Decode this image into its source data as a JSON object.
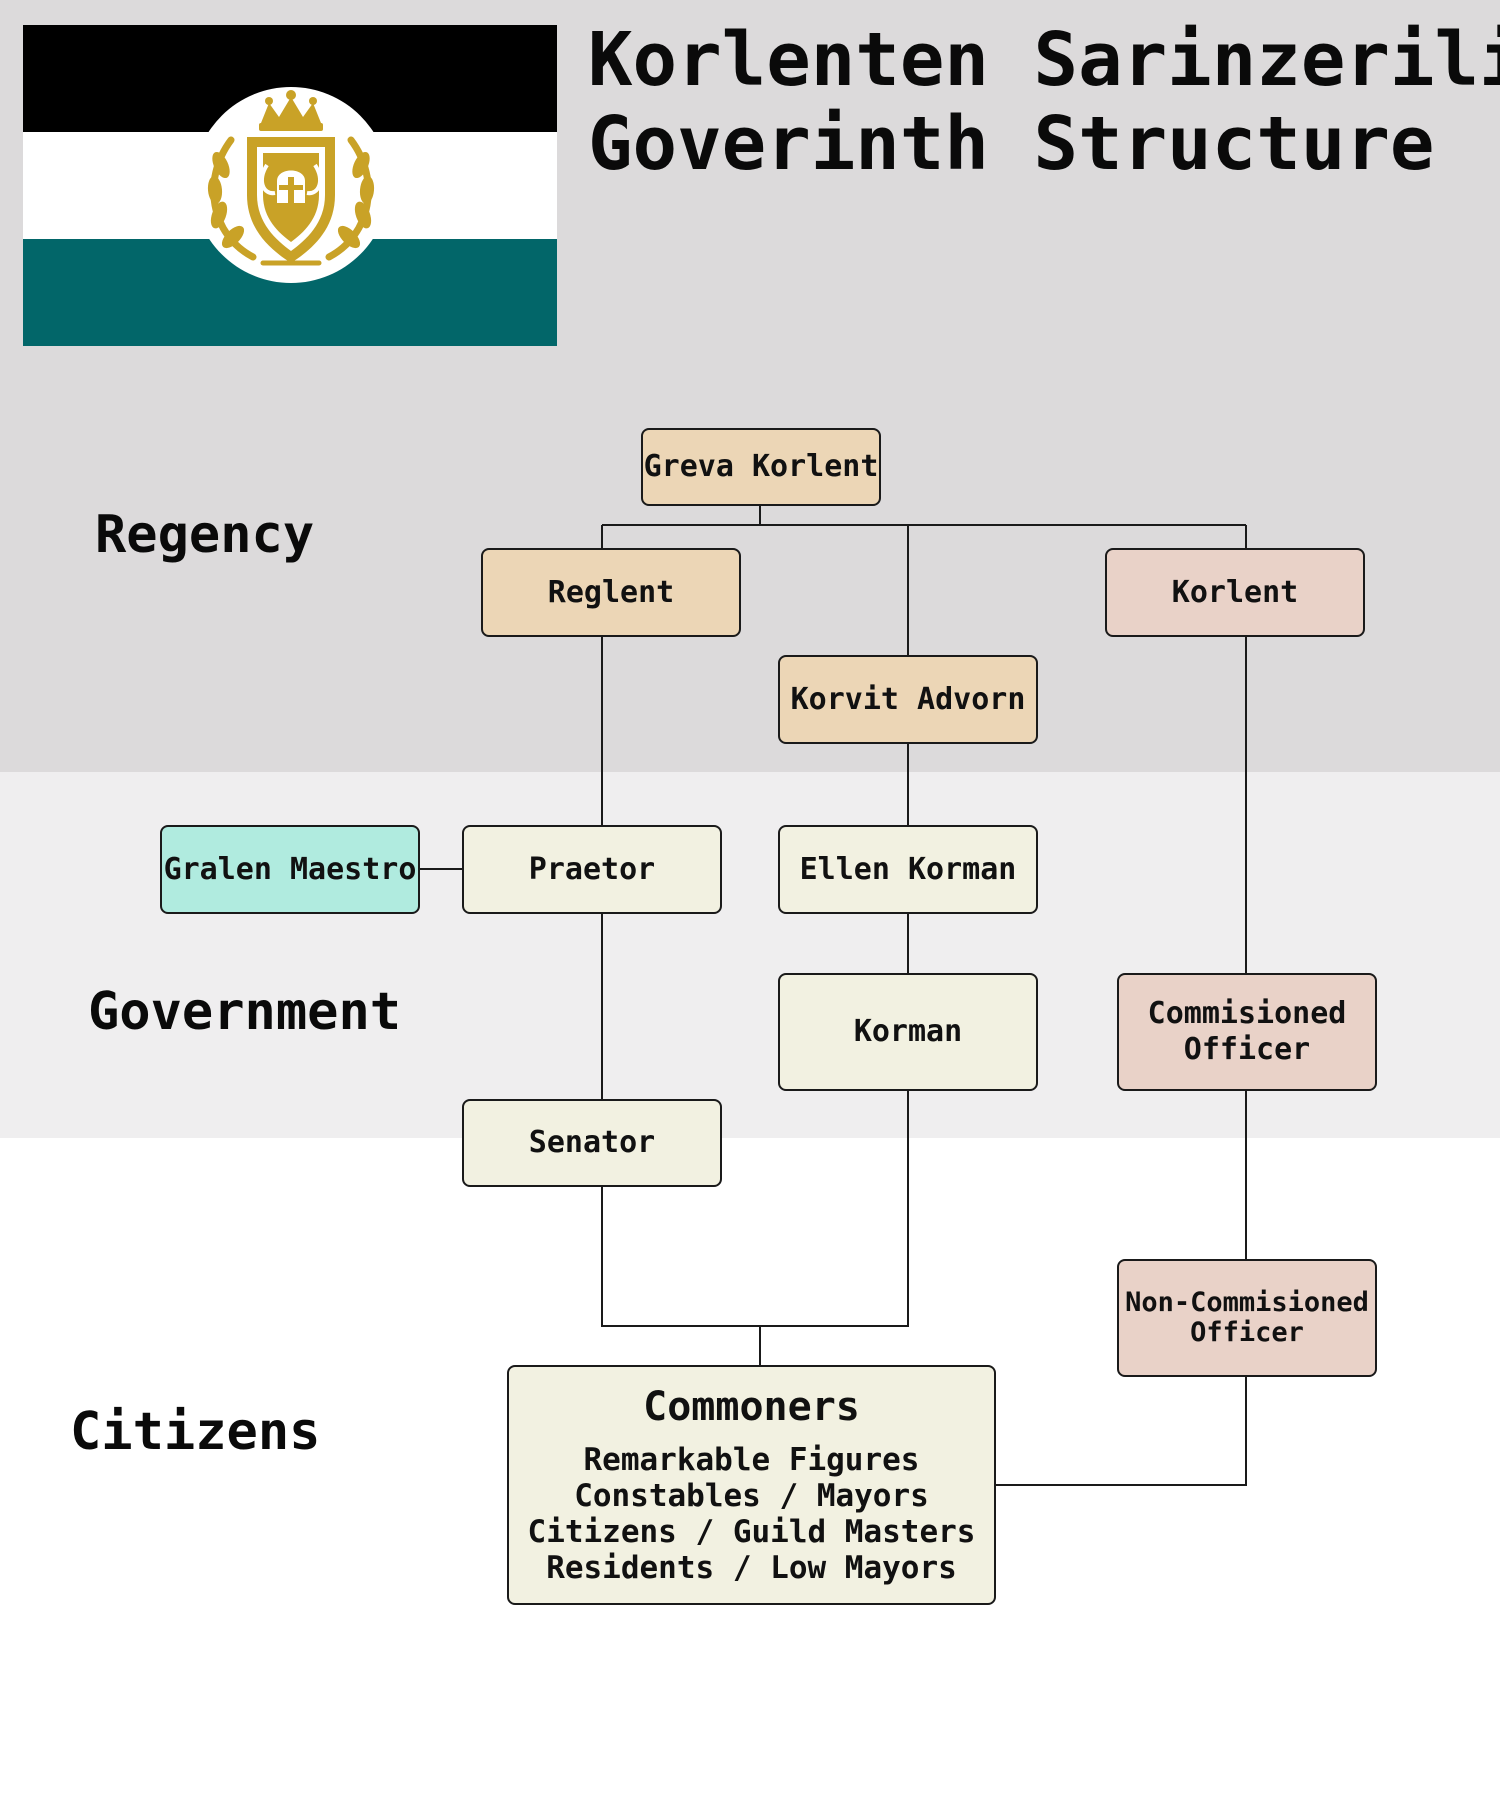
{
  "title": {
    "line1": "Korlenten Sarinzerilin",
    "line2": "Goverinth Structure"
  },
  "flag": {
    "stripe_colors": [
      "#000000",
      "#ffffff",
      "#026669"
    ],
    "emblem": "gold-crowned-shield-laurel-emblem",
    "emblem_color": "#c9a227"
  },
  "sections": {
    "regency": "Regency",
    "government": "Government",
    "citizens": "Citizens"
  },
  "nodes": {
    "greva_korlent": "Greva Korlent",
    "reglent": "Reglent",
    "korlent": "Korlent",
    "korvit_advorn": "Korvit Advorn",
    "gralen_maestro": "Gralen Maestro",
    "praetor": "Praetor",
    "ellen_korman": "Ellen Korman",
    "korman": "Korman",
    "commisioned_officer": {
      "line1": "Commisioned",
      "line2": "Officer"
    },
    "senator": "Senator",
    "non_commisioned_officer": {
      "line1": "Non-Commisioned",
      "line2": "Officer"
    },
    "commoners": {
      "title": "Commoners",
      "lines": [
        "Remarkable Figures",
        "Constables / Mayors",
        "Citizens / Guild Masters",
        "Residents / Low Mayors"
      ]
    }
  },
  "colors": {
    "regency_band": "#dcdadb",
    "government_band": "#efeeef",
    "tan_node": "#ecd6b6",
    "pink_node": "#e9d2c8",
    "cream_node": "#f2f1e1",
    "teal_node": "#b0ebdf"
  }
}
